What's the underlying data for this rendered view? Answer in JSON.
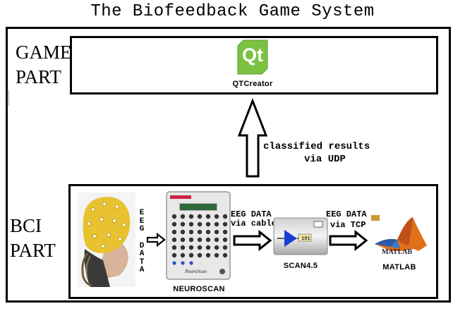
{
  "title": "The Biofeedback Game System",
  "game_part": {
    "line1": "GAME",
    "line2": "PART",
    "logo_text": "Qt",
    "caption": "QTCreator"
  },
  "bci_part": {
    "line1": "BCI",
    "line2": "PART"
  },
  "arrow_up": {
    "line1": "classified results",
    "line2": "via UDP"
  },
  "eeg_vertical": [
    "E",
    "E",
    "G",
    "D",
    "A",
    "T",
    "A"
  ],
  "link_cable": {
    "line1": "EEG DATA",
    "line2": "via cable"
  },
  "link_tcp": {
    "line1": "EEG DATA",
    "line2": "via TCP"
  },
  "devices": {
    "neuroscan": {
      "caption": "NEUROSCAN",
      "brand": "NeuroScan"
    },
    "scan": {
      "caption": "SCAN4.5"
    },
    "matlab": {
      "caption": "MATLAB",
      "logo_text": "MATLAB"
    }
  },
  "colors": {
    "qt_green": "#7cc242",
    "cap_yellow": "#e8c230",
    "scan_blue": "#1a3fd0",
    "matlab_orange": "#e0701a"
  }
}
